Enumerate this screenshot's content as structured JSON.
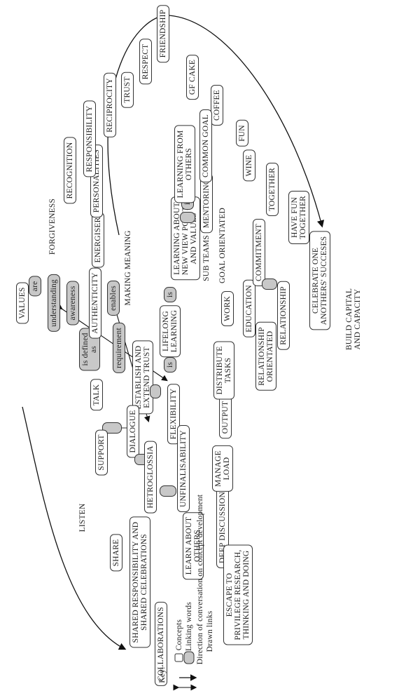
{
  "concepts": {
    "values": "VALUES",
    "authenticity": "AUTHENTICITY",
    "energiser": "ENERGISER",
    "forgiveness": "FORGIVENESS",
    "personalities": "PERSONALITIES",
    "recognition": "RECOGNITION",
    "responsibility": "RESPONSIBILITY",
    "reciprocity": "RECIPROCITY",
    "trust": "TRUST",
    "respect": "RESPECT",
    "friendship": "FRIENDSHIP",
    "gf_cake": "GF CAKE",
    "coffee": "COFFEE",
    "fun": "FUN",
    "wine": "WINE",
    "together": "TOGETHER",
    "have_fun_together_1": "HAVE FUN",
    "have_fun_together_2": "TOGETHER",
    "celebrate_1": "CELEBRATE ONE",
    "celebrate_2": "ANOTHERS' SUCCESES",
    "build_capital_1": "BUILD CAPITAL",
    "build_capital_2": "AND CAPACITY",
    "making_meaning": "MAKING MEANING",
    "talk": "TALK",
    "establish_1": "ESTABLISH AND",
    "establish_2": "EXTEND TRUST",
    "flexibility": "FLEXIBILITY",
    "lifelong_1": "LIFELONG",
    "lifelong_2": "LEARNING",
    "learning_about_1": "LEARNING ABOUT",
    "learning_about_2": "NEW VIEW POINTS",
    "learning_about_3": "AND VALUES",
    "learning_from_1": "LEARNING FROM",
    "learning_from_2": "OTHERS",
    "mentoring": "MENTORING",
    "common_goal": "COMMON GOAL",
    "sub_teams": "SUB TEAMS",
    "goal_orientated": "GOAL ORIENTATED",
    "dialogue": "DIALOGUE",
    "hetroglossia": "HETROGLOSSIA",
    "unfinalisability": "UNFINALISABILITY",
    "support": "SUPPORT",
    "listen": "LISTEN",
    "share": "SHARE",
    "shared_resp_1": "SHARED RESPONSIBILITY AND",
    "shared_resp_2": "SHARED CELEBRATIONS",
    "collaborations": "COLLABORATIONS",
    "learn_about_1": "LEARN ABOUT",
    "learn_about_2": "OTHERS",
    "deep_discussion": "DEEP DISCUSSION",
    "manage_1": "MANAGE",
    "manage_2": "LOAD",
    "output": "OUTPUT",
    "distribute_1": "DISTRIBUTE",
    "distribute_2": "TASKS",
    "work": "WORK",
    "education": "EDUCATION",
    "commitment": "COMMITMENT",
    "relationship": "RELATIONSHIP",
    "rel_orient_1": "RELATIONSHIP",
    "rel_orient_2": "ORIENTATED",
    "escape_1": "ESCAPE TO",
    "escape_2": "PRIVILEGE RESEARCH,",
    "escape_3": "THINKING AND DOING"
  },
  "linking_words": {
    "are": "are",
    "understanding": "understanding",
    "awareness": "awareness",
    "is_defined_1": "is defined",
    "is_defined_2": "as",
    "enables": "enables",
    "requirement": "requirement",
    "is_1": "is",
    "is_2": "is",
    "is_3": "is"
  },
  "key": {
    "title": "Key:",
    "concepts": "Concepts",
    "linking_words": "Linking words",
    "direction": "Direction of conversation on concept development",
    "drawn_links": "Drawn links"
  }
}
